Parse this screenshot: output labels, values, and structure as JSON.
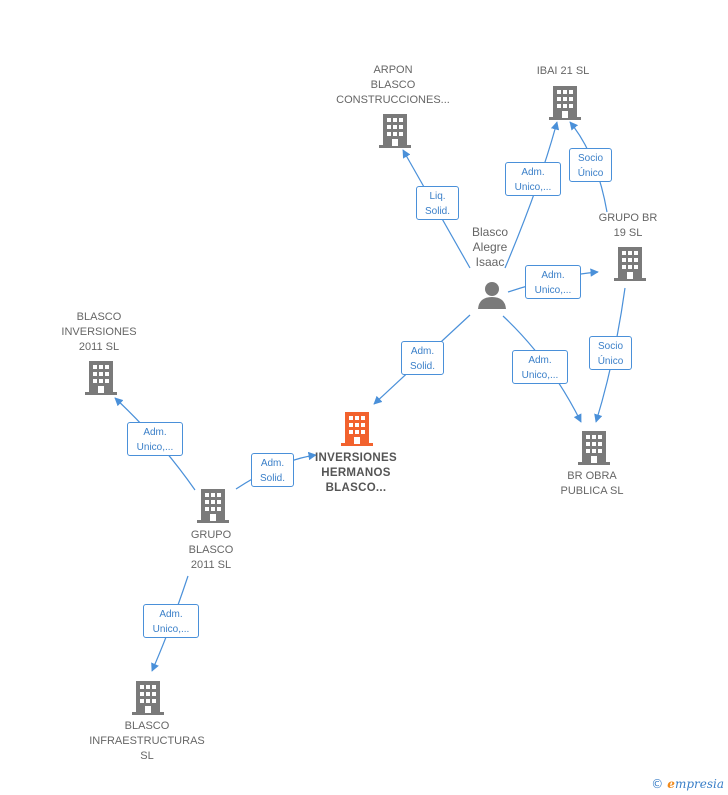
{
  "colors": {
    "building_gray": "#7a7a7a",
    "building_focus": "#f2622e",
    "edge": "#4a90d9",
    "person": "#7a7a7a"
  },
  "nodes": {
    "arpon": {
      "label": "ARPON\nBLASCO\nCONSTRUCCIONES...",
      "icon": "building-icon"
    },
    "ibai": {
      "label": "IBAI 21  SL",
      "icon": "building-icon"
    },
    "grupo_br": {
      "label": "GRUPO BR\n19  SL",
      "icon": "building-icon"
    },
    "blasco_isaac": {
      "label": "Blasco\nAlegre\nIsaac",
      "icon": "person-icon"
    },
    "blasco_inversiones": {
      "label": "BLASCO\nINVERSIONES\n2011  SL",
      "icon": "building-icon"
    },
    "inversiones_hermanos": {
      "label": "INVERSIONES\nHERMANOS\nBLASCO...",
      "icon": "building-icon"
    },
    "br_obra": {
      "label": "BR OBRA\nPUBLICA  SL",
      "icon": "building-icon"
    },
    "grupo_blasco": {
      "label": "GRUPO\nBLASCO\n2011  SL",
      "icon": "building-icon"
    },
    "blasco_infra": {
      "label": "BLASCO\nINFRAESTRUCTURAS\nSL",
      "icon": "building-icon"
    }
  },
  "edges": {
    "isaac_arpon": "Liq.\nSolid.",
    "isaac_ibai": "Adm.\nUnico,...",
    "grupobr_ibai": "Socio\nÚnico",
    "isaac_grupobr": "Adm.\nUnico,...",
    "isaac_inversiones": "Adm.\nSolid.",
    "isaac_brobra": "Adm.\nUnico,...",
    "grupobr_brobra": "Socio\nÚnico",
    "grupoblasco_blascoinv": "Adm.\nUnico,...",
    "grupoblasco_inversiones": "Adm.\nSolid.",
    "grupoblasco_infra": "Adm.\nUnico,..."
  },
  "footer": {
    "copyright": "©",
    "brand_first": "e",
    "brand_rest": "mpresia"
  }
}
